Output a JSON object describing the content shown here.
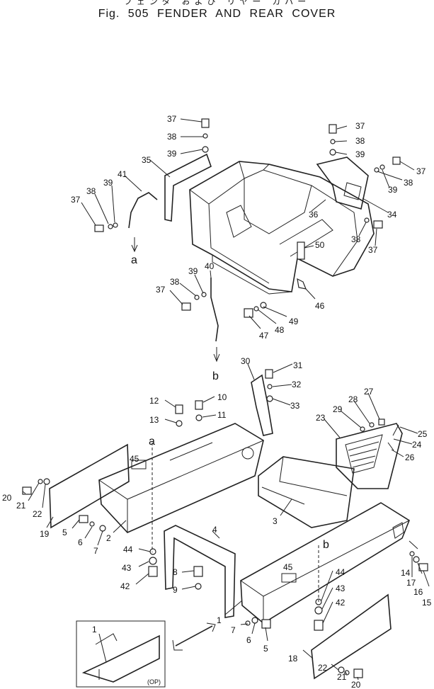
{
  "header": {
    "subtitle_jp": "フェンダ および リヤー カバー",
    "title": "Fig. 505 FENDER AND REAR COVER"
  },
  "callouts": {
    "c37a": "37",
    "c38a": "38",
    "c39a": "39",
    "c35": "35",
    "c37b": "37",
    "c38b": "38",
    "c39b": "39",
    "c41": "41",
    "c38c": "38",
    "c39c": "39",
    "c37c": "37",
    "ca1": "a",
    "c37d": "37",
    "c38d": "38",
    "c39d": "39",
    "c36": "36",
    "c34": "34",
    "c38e": "38",
    "c37e": "37",
    "c50": "50",
    "c38f": "38",
    "c39f": "39",
    "c37f": "37",
    "c40": "40",
    "c46": "46",
    "c49": "49",
    "c48": "48",
    "c47": "47",
    "cb1": "b",
    "c30": "30",
    "c31": "31",
    "c32": "32",
    "c33": "33",
    "c27": "27",
    "c28": "28",
    "c29": "29",
    "c23": "23",
    "c25": "25",
    "c24": "24",
    "c26": "26",
    "c12": "12",
    "c10": "10",
    "c13": "13",
    "c11": "11",
    "ca2": "a",
    "c45a": "45",
    "c20a": "20",
    "c21a": "21",
    "c22a": "22",
    "c19": "19",
    "c5a": "5",
    "c6a": "6",
    "c7a": "7",
    "c2": "2",
    "c3": "3",
    "c4": "4",
    "c44a": "44",
    "c43a": "43",
    "c42a": "42",
    "c8": "8",
    "c9": "9",
    "c45b": "45",
    "cb2": "b",
    "c14": "14",
    "c17": "17",
    "c16": "16",
    "c15": "15",
    "c44b": "44",
    "c43b": "43",
    "c42b": "42",
    "c1a": "1",
    "c7b": "7",
    "c6b": "6",
    "c5b": "5",
    "c18": "18",
    "c22b": "22",
    "c21b": "21",
    "c20b": "20",
    "c1b": "1",
    "cop": "(OP)"
  }
}
